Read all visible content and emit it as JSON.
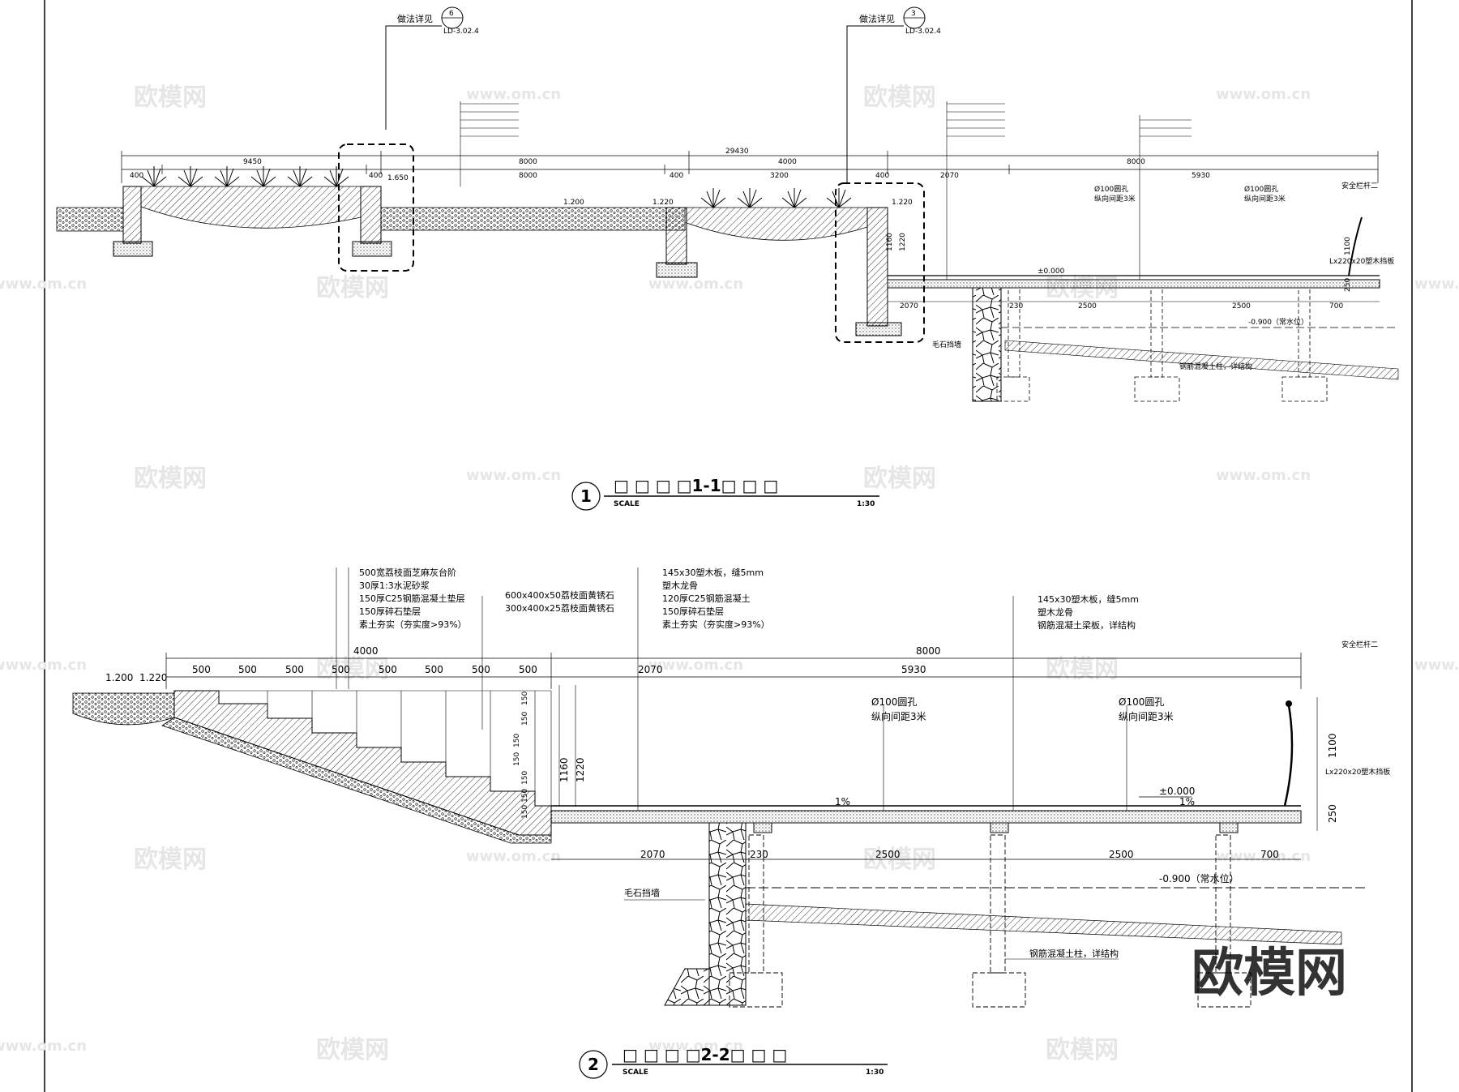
{
  "section1": {
    "title": "□ □ □ □1-1□ □ □",
    "number": "1",
    "scale_label": "SCALE",
    "scale_value": "1:30",
    "callout_a": {
      "label": "做法详见",
      "num": "6",
      "ref": "LD-3.02.4"
    },
    "callout_b": {
      "label": "做法详见",
      "num": "3",
      "ref": "LD-3.02.4"
    },
    "dims_top": [
      "9450",
      "8000",
      "4000",
      "8000",
      "29430"
    ],
    "dims_row2": [
      "400",
      "400",
      "8000",
      "400",
      "3200",
      "400",
      "2070",
      "5930"
    ],
    "levels": [
      "1.650",
      "1.200",
      "1.220",
      "1.220",
      "±0.000",
      "-0.900（常水位）"
    ],
    "side_dims": [
      "1160",
      "1220",
      "1100",
      "250"
    ],
    "bottom_dims": [
      "2070",
      "230",
      "2500",
      "2500",
      "700"
    ],
    "labels": {
      "hole1": "Ø100圆孔",
      "hole1_b": "纵向间距3米",
      "hole2": "Ø100圆孔",
      "hole2_b": "纵向间距3米",
      "rail": "安全栏杆二",
      "board": "Lx220x20塑木挡板",
      "wall": "毛石挡墙",
      "column": "钢筋混凝土柱，详结构"
    }
  },
  "section2": {
    "title": "□ □ □ □2-2□ □ □",
    "number": "2",
    "scale_label": "SCALE",
    "scale_value": "1:30",
    "notes_left": [
      "500宽荔枝面芝麻灰台阶",
      "30厚1:3水泥砂浆",
      "150厚C25钢筋混凝土垫层",
      "150厚碎石垫层",
      "素土夯实（夯实度>93%）"
    ],
    "notes_stone": [
      "600x400x50荔枝面黄锈石",
      "300x400x25荔枝面黄锈石"
    ],
    "notes_deck": [
      "145x30塑木板，缝5mm",
      "塑木龙骨",
      "120厚C25钢筋混凝土",
      "150厚碎石垫层",
      "素土夯实（夯实度>93%）"
    ],
    "notes_deck2": [
      "145x30塑木板，缝5mm",
      "塑木龙骨",
      "钢筋混凝土梁板，详结构"
    ],
    "dim_4000": "4000",
    "dim_8000": "8000",
    "step_dims": [
      "500",
      "500",
      "500",
      "500",
      "500",
      "500",
      "500",
      "500"
    ],
    "dim_2070": "2070",
    "dim_5930": "5930",
    "level_left1": "1.200",
    "level_left2": "1.220",
    "riser_dims": [
      "150",
      "150",
      "150",
      "150",
      "150",
      "150",
      "150"
    ],
    "height_1160": "1160",
    "height_1220": "1220",
    "hole1": "Ø100圆孔",
    "hole1_b": "纵向间距3米",
    "hole2": "Ø100圆孔",
    "hole2_b": "纵向间距3米",
    "rail": "安全栏杆二",
    "dim_1100": "1100",
    "board": "Lx220x20塑木挡板",
    "dim_250": "250",
    "level_zero": "±0.000",
    "slope1": "1%",
    "slope2": "1%",
    "bottom_dims": [
      "2070",
      "230",
      "2500",
      "2500",
      "700"
    ],
    "water_level": "-0.900（常水位）",
    "wall": "毛石挡墙",
    "column": "钢筋混凝土柱，详结构"
  },
  "watermark": {
    "brand": "欧模网",
    "url": "www.om.cn"
  }
}
